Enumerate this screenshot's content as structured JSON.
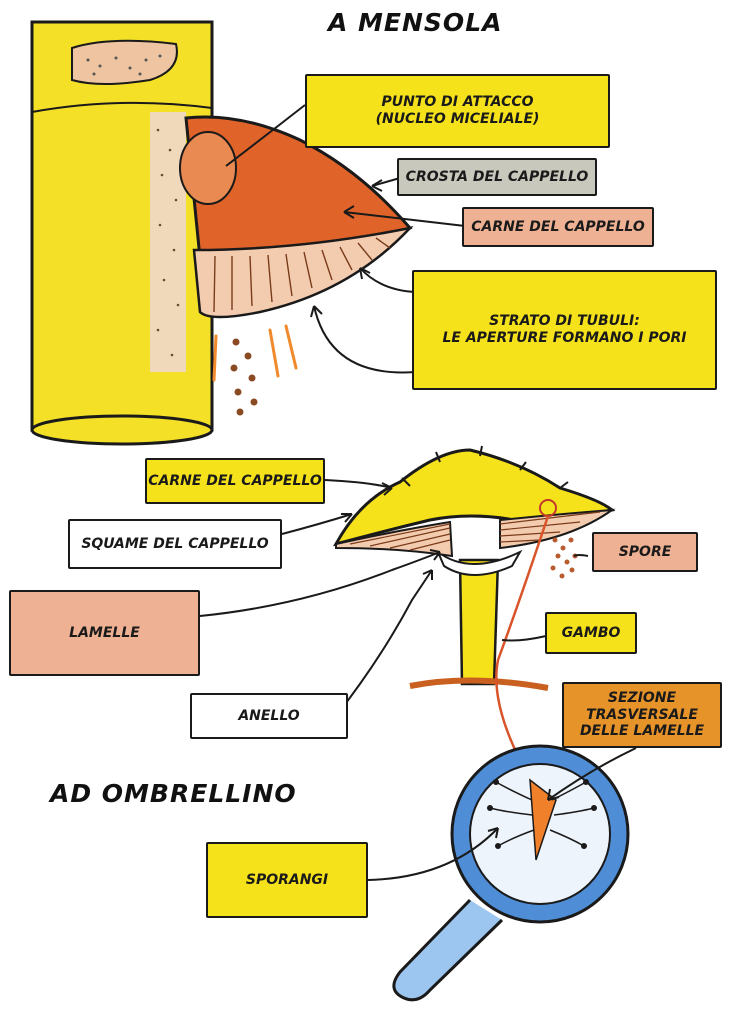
{
  "titles": {
    "mensola": "A MENSOLA",
    "ombrellino": "AD OMBRELLINO"
  },
  "labels": {
    "punto_attacco": "PUNTO DI ATTACCO\n(NUCLEO MICELIALE)",
    "crosta_cappello": "CROSTA DEL CAPPELLO",
    "carne_cappello_top": "CARNE DEL CAPPELLO",
    "strato_tubuli": "STRATO DI TUBULI:\nLE APERTURE FORMANO I PORI",
    "carne_cappello_mid": "CARNE DEL CAPPELLO",
    "squame_cappello": "SQUAME DEL CAPPELLO",
    "spore": "SPORE",
    "lamelle": "LAMELLE",
    "gambo": "GAMBO",
    "anello": "ANELLO",
    "sezione": "SEZIONE\nTRASVERSALE\nDELLE LAMELLE",
    "sporangi": "SPORANGI"
  },
  "colors": {
    "yellow": "#f6e21a",
    "grey": "#c9c8bd",
    "salmon": "#efb193",
    "white": "#ffffff",
    "orange": "#e6942a",
    "shelf_orange": "#e0642a",
    "lens_blue": "#4f8ed6"
  }
}
